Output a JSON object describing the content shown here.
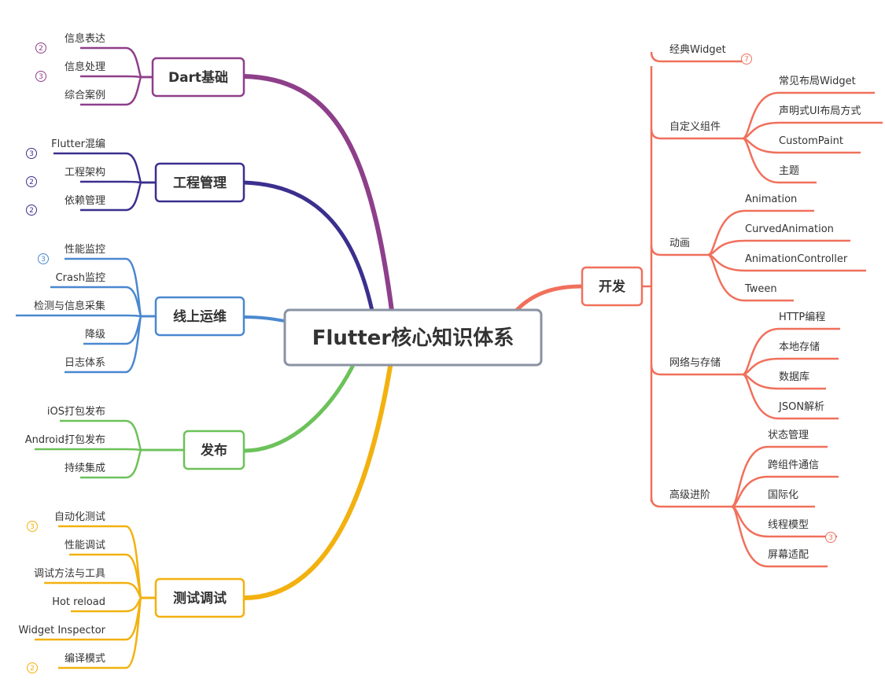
{
  "root": {
    "label": "Flutter核心知识体系"
  },
  "colors": {
    "dart": "#8e3f8a",
    "eng": "#3b2f8e",
    "ops": "#4a88d0",
    "pub": "#6cc25a",
    "test": "#f2b10f",
    "dev": "#f0705c",
    "text": "#333333",
    "root_border": "#8a93a3"
  },
  "left_branches": [
    {
      "label": "Dart基础",
      "color_key": "dart",
      "children": [
        {
          "label": "信息表达",
          "badge": "2"
        },
        {
          "label": "信息处理",
          "badge": "3"
        },
        {
          "label": "综合案例",
          "badge": ""
        }
      ]
    },
    {
      "label": "工程管理",
      "color_key": "eng",
      "children": [
        {
          "label": "Flutter混编",
          "badge": "3"
        },
        {
          "label": "工程架构",
          "badge": "2"
        },
        {
          "label": "依赖管理",
          "badge": "2"
        }
      ]
    },
    {
      "label": "线上运维",
      "color_key": "ops",
      "children": [
        {
          "label": "性能监控",
          "badge": "3"
        },
        {
          "label": "Crash监控",
          "badge": ""
        },
        {
          "label": "检测与信息采集",
          "badge": ""
        },
        {
          "label": "降级",
          "badge": ""
        },
        {
          "label": "日志体系",
          "badge": ""
        }
      ]
    },
    {
      "label": "发布",
      "color_key": "pub",
      "children": [
        {
          "label": "iOS打包发布",
          "badge": ""
        },
        {
          "label": "Android打包发布",
          "badge": ""
        },
        {
          "label": "持续集成",
          "badge": ""
        }
      ]
    },
    {
      "label": "测试调试",
      "color_key": "test",
      "children": [
        {
          "label": "自动化测试",
          "badge": "3"
        },
        {
          "label": "性能调试",
          "badge": ""
        },
        {
          "label": "调试方法与工具",
          "badge": ""
        },
        {
          "label": "Hot reload",
          "badge": ""
        },
        {
          "label": "Widget Inspector",
          "badge": ""
        },
        {
          "label": "编译模式",
          "badge": "2"
        }
      ]
    }
  ],
  "right_branch": {
    "label": "开发",
    "color_key": "dev",
    "groups": [
      {
        "label": "经典Widget",
        "badge": "7",
        "children": []
      },
      {
        "label": "自定义组件",
        "badge": "",
        "children": [
          {
            "label": "常见布局Widget",
            "badge": ""
          },
          {
            "label": "声明式UI布局方式",
            "badge": ""
          },
          {
            "label": "CustomPaint",
            "badge": ""
          },
          {
            "label": "主题",
            "badge": ""
          }
        ]
      },
      {
        "label": "动画",
        "badge": "",
        "children": [
          {
            "label": "Animation",
            "badge": ""
          },
          {
            "label": "CurvedAnimation",
            "badge": ""
          },
          {
            "label": "AnimationController",
            "badge": ""
          },
          {
            "label": "Tween",
            "badge": ""
          }
        ]
      },
      {
        "label": "网络与存储",
        "badge": "",
        "children": [
          {
            "label": "HTTP编程",
            "badge": ""
          },
          {
            "label": "本地存储",
            "badge": ""
          },
          {
            "label": "数据库",
            "badge": ""
          },
          {
            "label": "JSON解析",
            "badge": ""
          }
        ]
      },
      {
        "label": "高级进阶",
        "badge": "",
        "children": [
          {
            "label": "状态管理",
            "badge": ""
          },
          {
            "label": "跨组件通信",
            "badge": ""
          },
          {
            "label": "国际化",
            "badge": ""
          },
          {
            "label": "线程模型",
            "badge": "3"
          },
          {
            "label": "屏幕适配",
            "badge": ""
          }
        ]
      }
    ]
  }
}
